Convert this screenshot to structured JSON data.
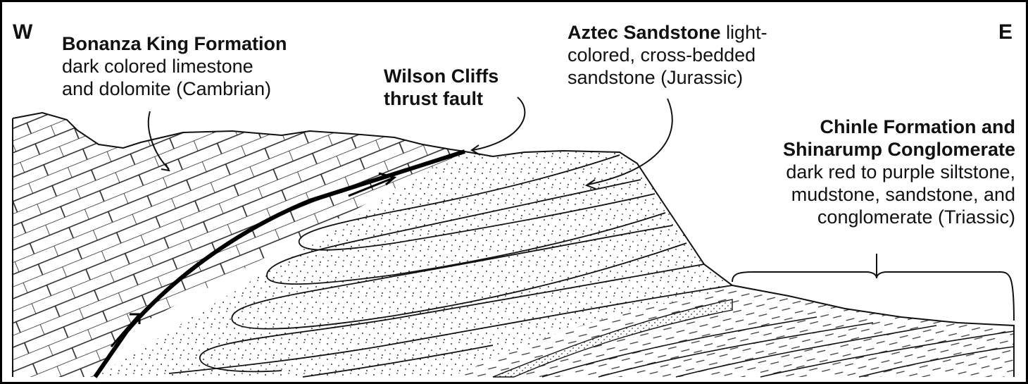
{
  "diagram": {
    "west_label": "W",
    "east_label": "E",
    "units": [
      {
        "id": "bonanza",
        "name": "Bonanza King Formation",
        "desc_lines": [
          "dark colored limestone",
          "and dolomite (Cambrian)"
        ]
      },
      {
        "id": "fault",
        "name_lines": [
          "Wilson Cliffs",
          "thrust fault"
        ]
      },
      {
        "id": "aztec",
        "name": "Aztec Sandstone",
        "first_line_rest": "light-",
        "desc_lines": [
          "colored, cross-bedded",
          "sandstone (Jurassic)"
        ]
      },
      {
        "id": "chinle",
        "name_lines": [
          "Chinle Formation and",
          "Shinarump Conglomerate"
        ],
        "desc_lines": [
          "dark red to purple siltstone,",
          "mudstone, sandstone, and",
          "conglomerate (Triassic)"
        ]
      }
    ],
    "colors": {
      "ink": "#111111",
      "paper": "#ffffff"
    },
    "patterns": {
      "limestone": "brick",
      "sandstone": "stipple",
      "siltstone": "dashes"
    }
  }
}
